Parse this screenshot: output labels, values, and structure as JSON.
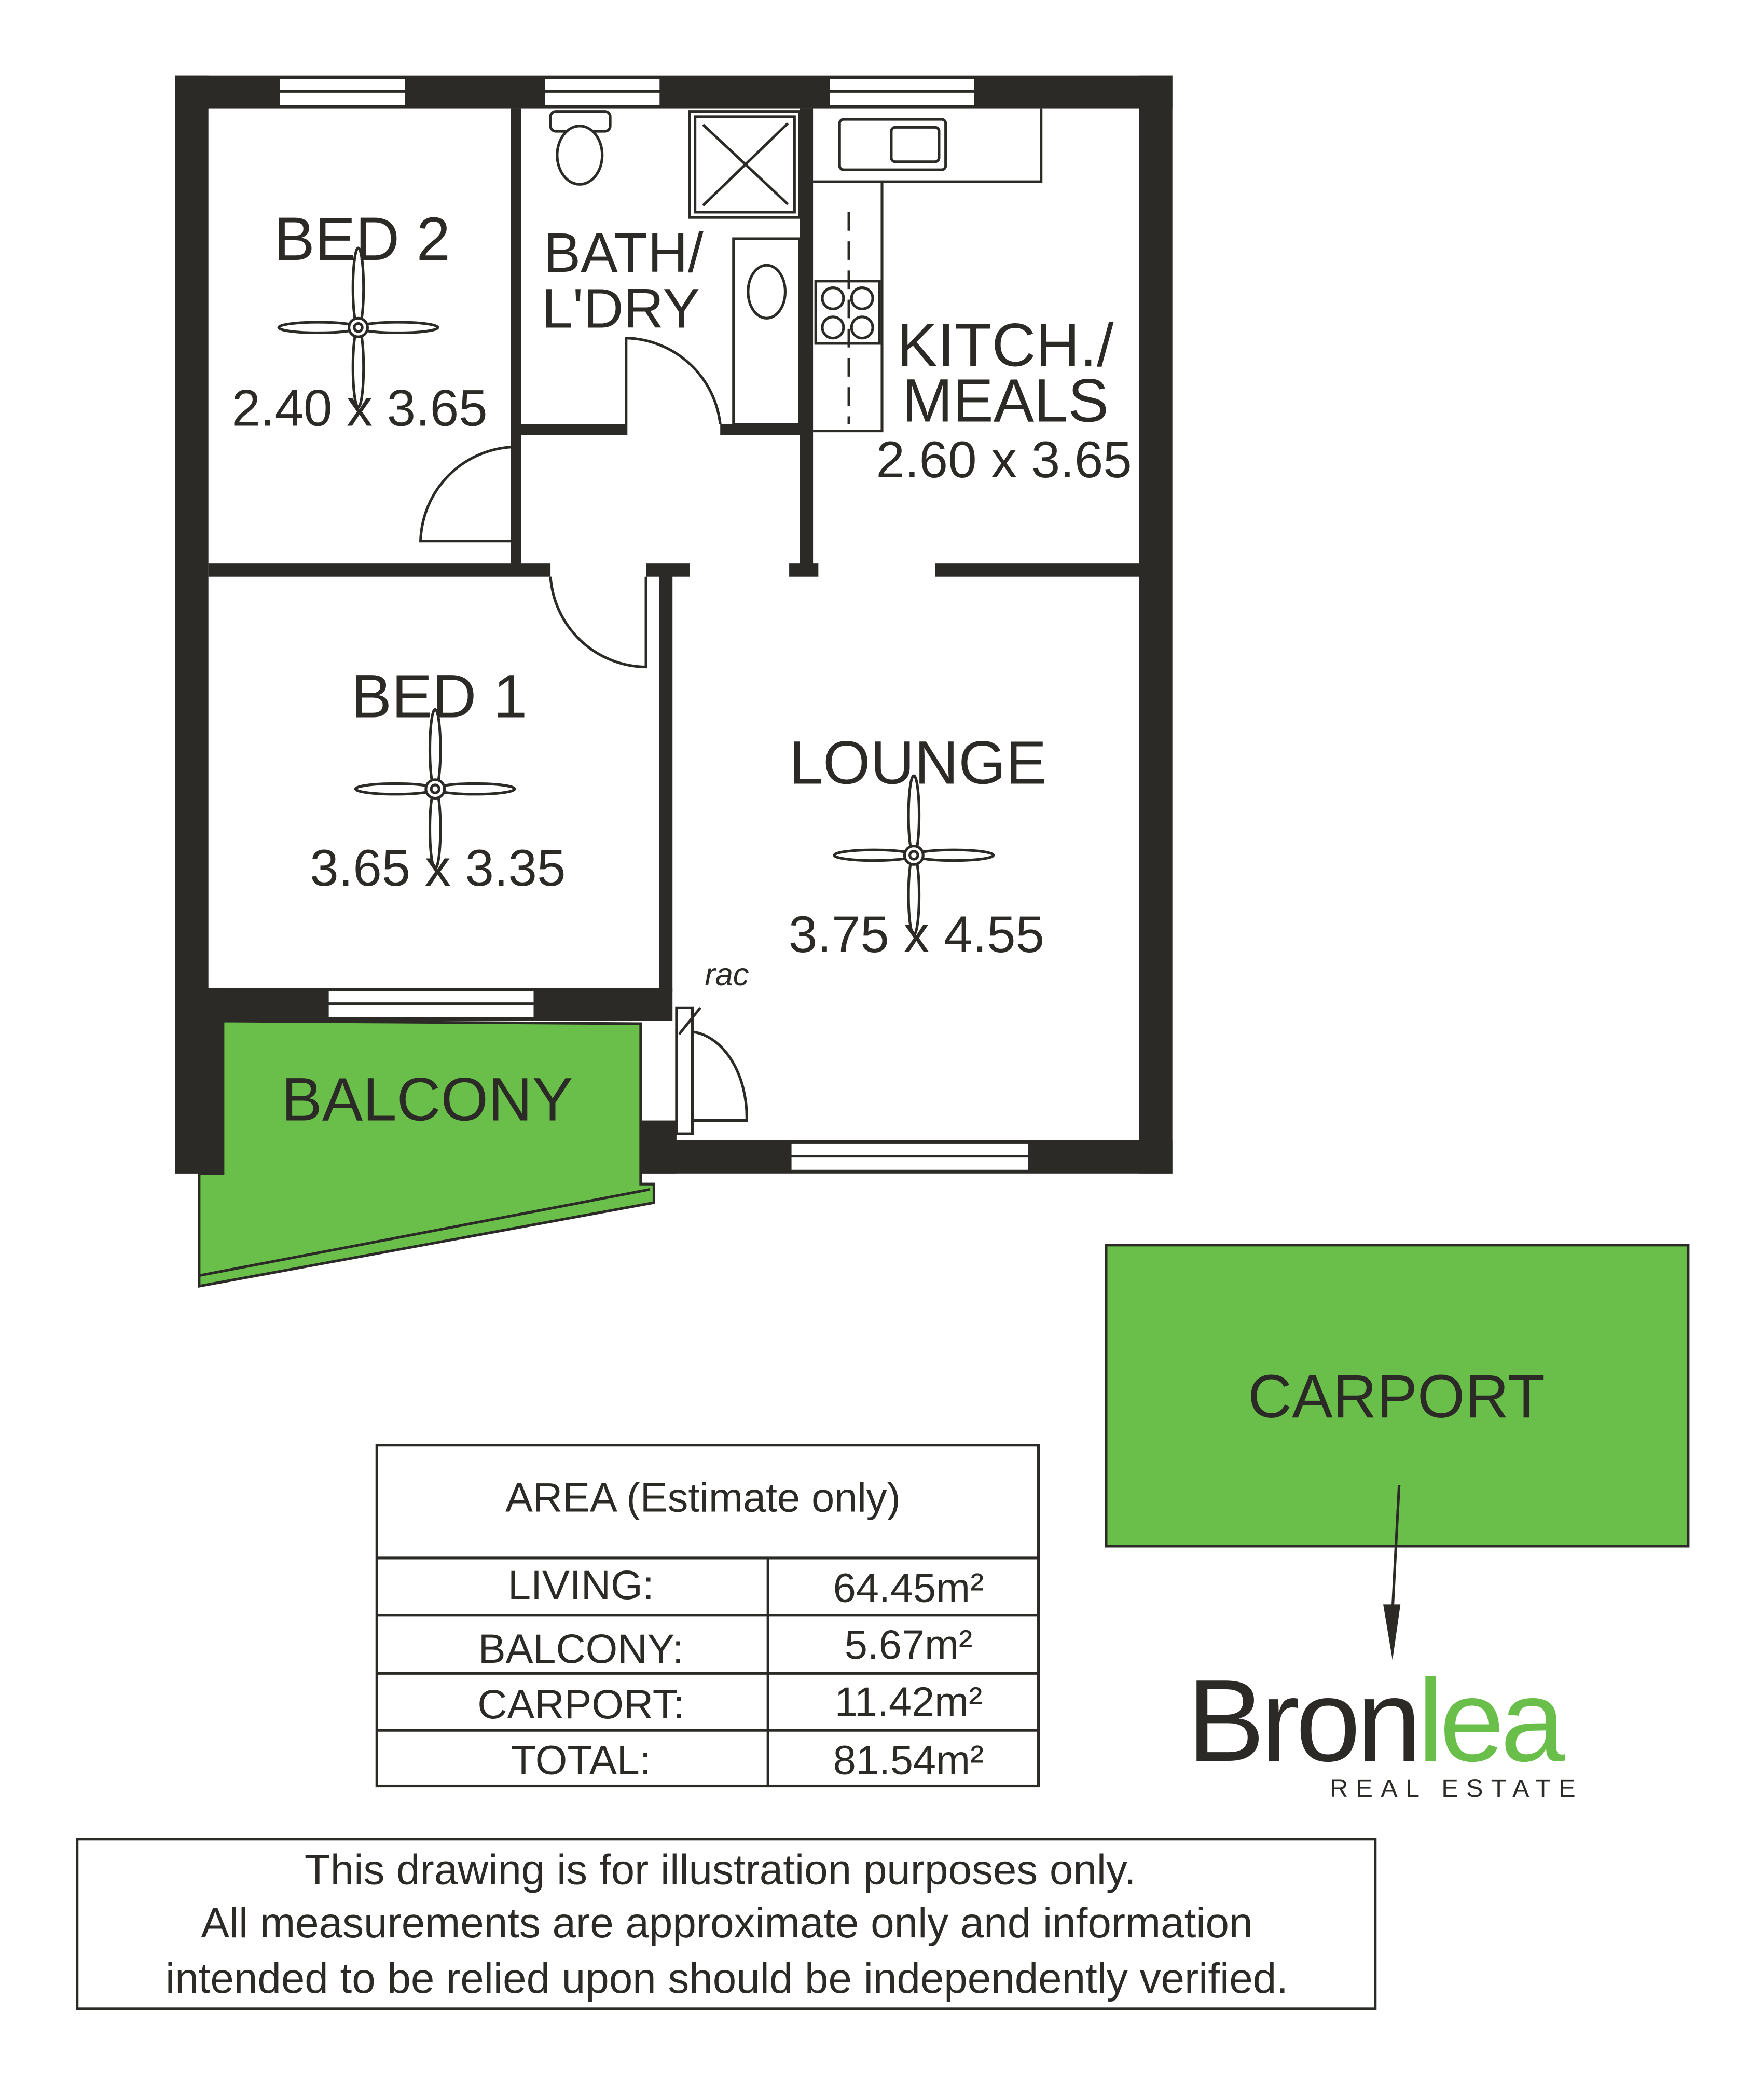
{
  "rooms": {
    "bed2": {
      "name": "BED 2",
      "size": "2.40 x 3.65"
    },
    "bath": {
      "name_line1": "BATH/",
      "name_line2": "L'DRY"
    },
    "kitchen": {
      "name_line1": "KITCH./",
      "name_line2": "MEALS",
      "size": "2.60 x 3.65"
    },
    "bed1": {
      "name": "BED 1",
      "size": "3.65 x 3.35"
    },
    "lounge": {
      "name": "LOUNGE",
      "size": "3.75 x 4.55"
    },
    "rac": "rac",
    "balcony": "BALCONY",
    "carport": "CARPORT"
  },
  "area_table": {
    "title": "AREA (Estimate only)",
    "rows": [
      {
        "label": "LIVING:",
        "value": "64.45m²"
      },
      {
        "label": "BALCONY:",
        "value": "5.67m²"
      },
      {
        "label": "CARPORT:",
        "value": "11.42m²"
      },
      {
        "label": "TOTAL:",
        "value": "81.54m²"
      }
    ]
  },
  "disclaimer": [
    "This drawing is for illustration purposes only.",
    "All measurements are approximate only and information",
    "intended to be relied upon should be independently verified."
  ],
  "logo": {
    "part1": "Bron",
    "part2": "lea",
    "tagline": "REAL ESTATE"
  },
  "colors": {
    "wall": "#2b2a26",
    "green": "#6abf4b"
  }
}
